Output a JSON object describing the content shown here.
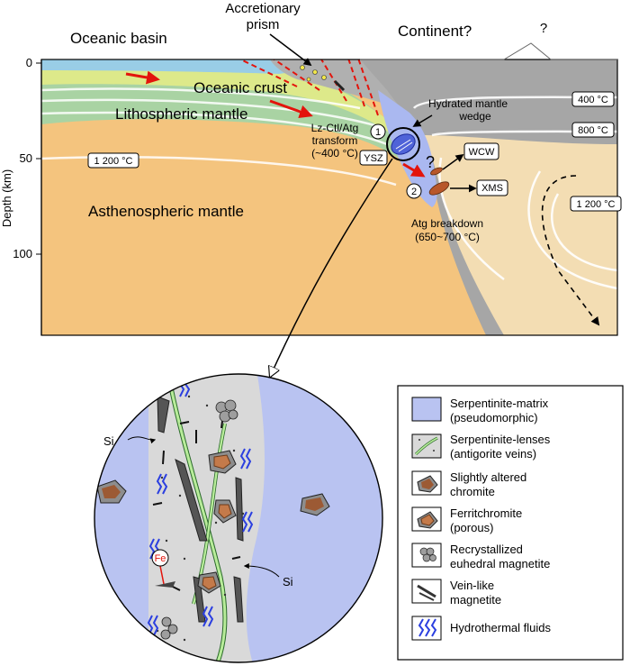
{
  "cross_section": {
    "labels": {
      "accretionary_prism_1": "Accretionary",
      "accretionary_prism_2": "prism",
      "oceanic_basin": "Oceanic basin",
      "continent": "Continent?",
      "question_top": "?",
      "question_mid": "?",
      "oceanic_crust": "Oceanic crust",
      "lithospheric_mantle": "Lithospheric mantle",
      "asthenospheric_mantle": "Asthenospheric mantle",
      "hydrated_wedge_1": "Hydrated mantle",
      "hydrated_wedge_2": "wedge",
      "lz_ctl_1": "Lz-Ctl/Atg",
      "lz_ctl_2": "transform",
      "lz_ctl_3": "(~400 °C)",
      "atg_breakdown_1": "Atg breakdown",
      "atg_breakdown_2": "(650~700 °C)"
    },
    "boxes": {
      "ysz": "YSZ",
      "wcw": "WCW",
      "xms": "XMS",
      "iso_400": "400 °C",
      "iso_800": "800 °C",
      "iso_1200_left": "1 200 °C",
      "iso_1200_right": "1 200 °C"
    },
    "markers": {
      "m1": "1",
      "m2": "2"
    },
    "axis": {
      "ylabel": "Depth (km)",
      "ticks": [
        "0",
        "50",
        "100"
      ]
    }
  },
  "inset": {
    "si_1": "Si",
    "si_2": "Si",
    "fe": "Fe"
  },
  "legend": {
    "items": [
      {
        "line1": "Serpentinite-matrix",
        "line2": "(pseudomorphic)"
      },
      {
        "line1": "Serpentinite-lenses",
        "line2": "(antigorite veins)"
      },
      {
        "line1": "Slightly altered",
        "line2": "chromite"
      },
      {
        "line1": "Ferritchromite",
        "line2": "(porous)"
      },
      {
        "line1": "Recrystallized",
        "line2": "euhedral magnetite"
      },
      {
        "line1": "Vein-like",
        "line2": "magnetite"
      },
      {
        "line1": "Hydrothermal fluids",
        "line2": ""
      }
    ]
  },
  "colors": {
    "asthenosphere": "#f4c47e",
    "lithosphere": "#a9d3a3",
    "oceanic_crust": "#dde98a",
    "sediment": "#99cde6",
    "wedge": "#aab8f0",
    "continent": "#a6a6a6",
    "serp_matrix": "#b9c3f1",
    "serp_lens": "#d9d9d9",
    "arrow_red": "#e3140c",
    "fluid_blue": "#2b3fe0"
  }
}
